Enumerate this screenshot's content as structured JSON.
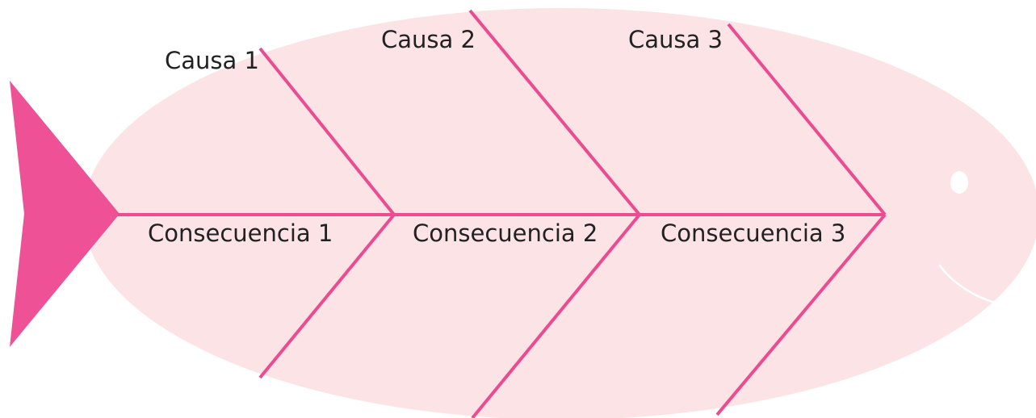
{
  "colors": {
    "body": "#fbe3e6",
    "bones": "#ec4c8f",
    "tail": "#ee5195",
    "eye": "#ffffff",
    "mouth": "#ffffff",
    "text": "#222222"
  },
  "causes": [
    {
      "label": "Causa 1"
    },
    {
      "label": "Causa 2"
    },
    {
      "label": "Causa 3"
    }
  ],
  "consequences": [
    {
      "label": "Consecuencia 1"
    },
    {
      "label": "Consecuencia 2"
    },
    {
      "label": "Consecuencia 3"
    }
  ]
}
